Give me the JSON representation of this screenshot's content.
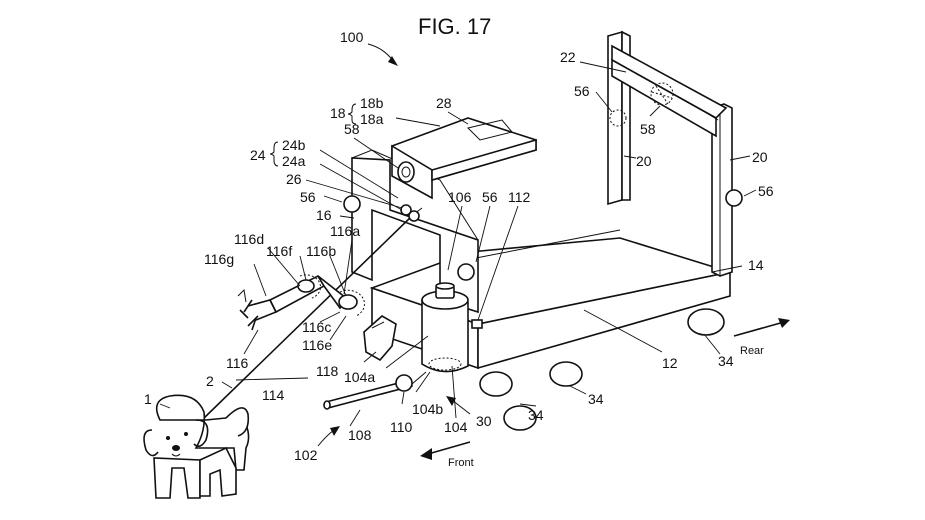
{
  "figure": {
    "title": "FIG. 17",
    "reference_numerals": {
      "n100": "100",
      "n22": "22",
      "n56a": "56",
      "n58a": "58",
      "n20a": "20",
      "n20b": "20",
      "n56b": "56",
      "n18": "18",
      "n18b": "18b",
      "n18a": "18a",
      "n28": "28",
      "n58b": "58",
      "n24": "24",
      "n24b": "24b",
      "n24a": "24a",
      "n26": "26",
      "n56c": "56",
      "n16": "16",
      "n106": "106",
      "n56d": "56",
      "n112": "112",
      "n14": "14",
      "n116d": "116d",
      "n116a": "116a",
      "n116f": "116f",
      "n116b": "116b",
      "n116g": "116g",
      "n116c": "116c",
      "n116e": "116e",
      "n12": "12",
      "n34a": "34",
      "n116": "116",
      "n118": "118",
      "n104a": "104a",
      "n2": "2",
      "n114": "114",
      "n1": "1",
      "n104b": "104b",
      "n110": "110",
      "n104": "104",
      "n30": "30",
      "n34b": "34",
      "n34c": "34",
      "n108": "108",
      "n102": "102"
    },
    "directions": {
      "rear": "Rear",
      "front": "Front"
    }
  }
}
